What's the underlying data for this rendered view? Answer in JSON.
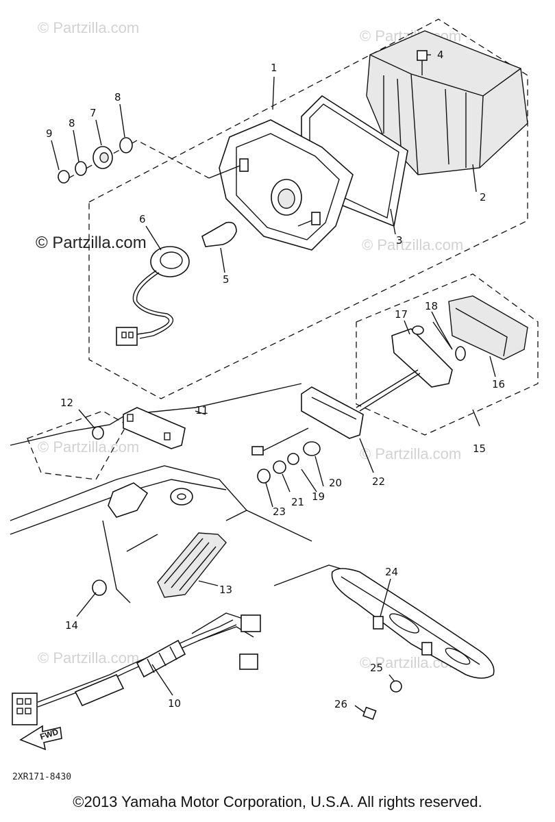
{
  "watermark": "© Partzilla.com",
  "watermark_bold": "© Partzilla.com",
  "diagram_code": "2XR171-8430",
  "fwd_label": "FWD",
  "copyright": "©2013 Yamaha Motor Corporation, U.S.A. All rights reserved.",
  "callouts": [
    "1",
    "2",
    "3",
    "4",
    "5",
    "6",
    "7",
    "8",
    "8",
    "9",
    "10",
    "11",
    "12",
    "13",
    "14",
    "15",
    "16",
    "17",
    "18",
    "19",
    "20",
    "21",
    "22",
    "23",
    "24",
    "25",
    "26"
  ]
}
